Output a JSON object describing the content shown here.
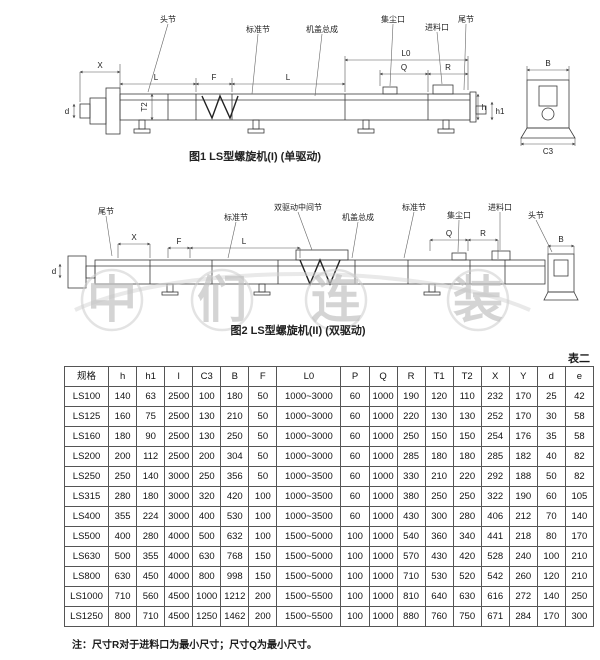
{
  "fig1": {
    "caption": "图1  LS型螺旋机(I) (单驱动)",
    "callouts": [
      "头节",
      "标准节",
      "机盖总成",
      "集尘口",
      "进料口",
      "尾节"
    ],
    "dims": [
      "X",
      "L",
      "F",
      "L",
      "L0",
      "Q",
      "R",
      "B",
      "d",
      "h",
      "h1",
      "T2",
      "C3"
    ]
  },
  "fig2": {
    "caption": "图2  LS型螺旋机(II) (双驱动)",
    "callouts": [
      "尾节",
      "标准节",
      "双驱动中间节",
      "机盖总成",
      "标准节",
      "集尘口",
      "进料口",
      "头节"
    ],
    "dims": [
      "X",
      "F",
      "L",
      "Q",
      "R",
      "B",
      "d"
    ],
    "watermark": [
      "中",
      "们",
      "连",
      "装"
    ]
  },
  "table": {
    "title": "表二",
    "headers": [
      "规格",
      "h",
      "h1",
      "l",
      "C3",
      "B",
      "F",
      "L0",
      "P",
      "Q",
      "R",
      "T1",
      "T2",
      "X",
      "Y",
      "d",
      "e"
    ],
    "rows": [
      [
        "LS100",
        "140",
        "63",
        "2500",
        "100",
        "180",
        "50",
        "1000~3000",
        "60",
        "1000",
        "190",
        "120",
        "110",
        "232",
        "170",
        "25",
        "42"
      ],
      [
        "LS125",
        "160",
        "75",
        "2500",
        "130",
        "210",
        "50",
        "1000~3000",
        "60",
        "1000",
        "220",
        "130",
        "130",
        "252",
        "170",
        "30",
        "58"
      ],
      [
        "LS160",
        "180",
        "90",
        "2500",
        "130",
        "250",
        "50",
        "1000~3000",
        "60",
        "1000",
        "250",
        "150",
        "150",
        "254",
        "176",
        "35",
        "58"
      ],
      [
        "LS200",
        "200",
        "112",
        "2500",
        "200",
        "304",
        "50",
        "1000~3000",
        "60",
        "1000",
        "285",
        "180",
        "180",
        "285",
        "182",
        "40",
        "82"
      ],
      [
        "LS250",
        "250",
        "140",
        "3000",
        "250",
        "356",
        "50",
        "1000~3500",
        "60",
        "1000",
        "330",
        "210",
        "220",
        "292",
        "188",
        "50",
        "82"
      ],
      [
        "LS315",
        "280",
        "180",
        "3000",
        "320",
        "420",
        "100",
        "1000~3500",
        "60",
        "1000",
        "380",
        "250",
        "250",
        "322",
        "190",
        "60",
        "105"
      ],
      [
        "LS400",
        "355",
        "224",
        "3000",
        "400",
        "530",
        "100",
        "1000~3500",
        "60",
        "1000",
        "430",
        "300",
        "280",
        "406",
        "212",
        "70",
        "140"
      ],
      [
        "LS500",
        "400",
        "280",
        "4000",
        "500",
        "632",
        "100",
        "1500~5000",
        "100",
        "1000",
        "540",
        "360",
        "340",
        "441",
        "218",
        "80",
        "170"
      ],
      [
        "LS630",
        "500",
        "355",
        "4000",
        "630",
        "768",
        "150",
        "1500~5000",
        "100",
        "1000",
        "570",
        "430",
        "420",
        "528",
        "240",
        "100",
        "210"
      ],
      [
        "LS800",
        "630",
        "450",
        "4000",
        "800",
        "998",
        "150",
        "1500~5000",
        "100",
        "1000",
        "710",
        "530",
        "520",
        "542",
        "260",
        "120",
        "210"
      ],
      [
        "LS1000",
        "710",
        "560",
        "4500",
        "1000",
        "1212",
        "200",
        "1500~5500",
        "100",
        "1000",
        "810",
        "640",
        "630",
        "616",
        "272",
        "140",
        "250"
      ],
      [
        "LS1250",
        "800",
        "710",
        "4500",
        "1250",
        "1462",
        "200",
        "1500~5500",
        "100",
        "1000",
        "880",
        "760",
        "750",
        "671",
        "284",
        "170",
        "300"
      ]
    ]
  },
  "note": "注：尺寸R对于进料口为最小尺寸；尺寸Q为最小尺寸。"
}
